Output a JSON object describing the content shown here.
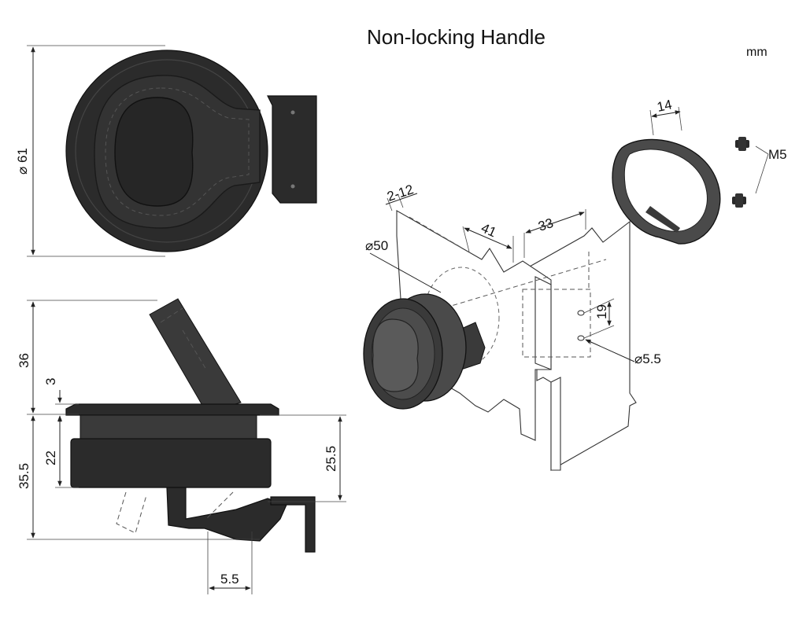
{
  "title": "Non-locking Handle",
  "unit": "mm",
  "dimensions": {
    "diameter_61": "⌀ 61",
    "height_36": "36",
    "gap_3": "3",
    "depth_22": "22",
    "total_35_5": "35.5",
    "depth_25_5": "25.5",
    "offset_5_5": "5.5",
    "panel_2_12": "2-12",
    "cutout_50": "⌀50",
    "width_41": "41",
    "width_33": "33",
    "ring_14": "14",
    "screw_m5": "M5",
    "hole_spacing_19": "19",
    "hole_5_5": "⌀5.5"
  }
}
